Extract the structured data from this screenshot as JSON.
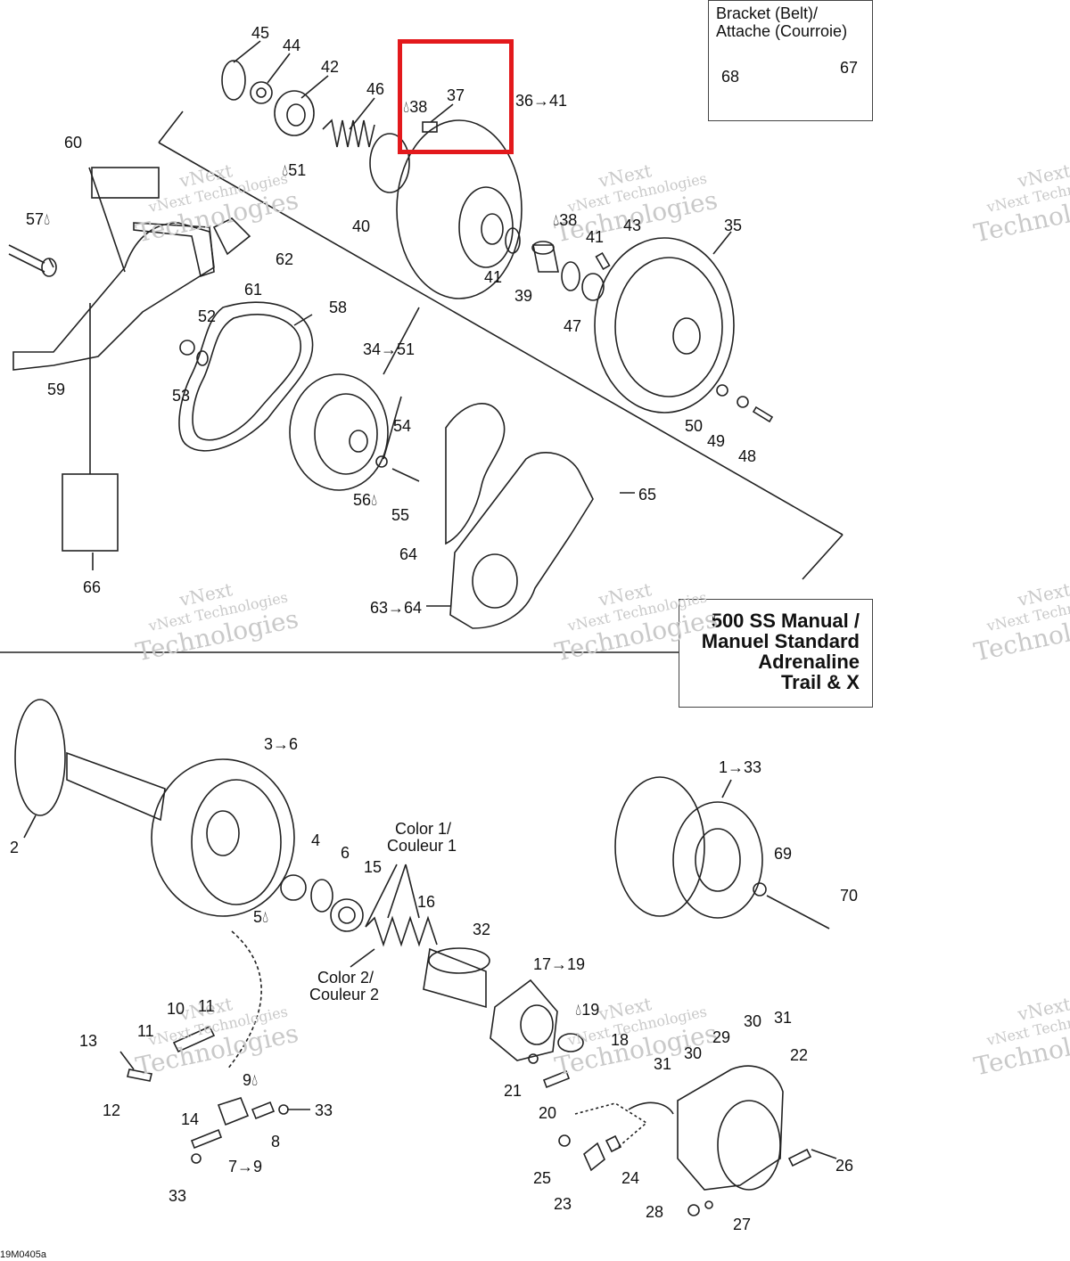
{
  "bracket_box": {
    "line1": "Bracket (Belt)/",
    "line2": "Attache (Courroie)"
  },
  "model_box": {
    "line1": "500 SS Manual /",
    "line2": "Manuel Standard",
    "line3": "Adrenaline",
    "line4": "Trail & X"
  },
  "watermark": {
    "line1": "vNext",
    "line2": "vNext Technologies",
    "line3": "Technologies"
  },
  "diagram_code": "19M0405a",
  "highlight_color": "#e3191c",
  "callouts": {
    "c45": "45",
    "c44": "44",
    "c42": "42",
    "c46": "46",
    "c38a": "38",
    "c37": "37",
    "c36_41": "36→41",
    "c60": "60",
    "c51a": "51",
    "c40": "40",
    "c57": "57",
    "c62": "62",
    "c61": "61",
    "c38b": "38",
    "c43": "43",
    "c35": "35",
    "c41a": "41",
    "c41b": "41",
    "c39": "39",
    "c47": "47",
    "c52": "52",
    "c58": "58",
    "c53": "53",
    "c59": "59",
    "c34_51": "34→51",
    "c50": "50",
    "c49": "49",
    "c48": "48",
    "c54": "54",
    "c56": "56",
    "c55": "55",
    "c65": "65",
    "c64": "64",
    "c63_64": "63→64",
    "c66": "66",
    "c68": "68",
    "c67": "67",
    "c3_6": "3→6",
    "c1_33": "1→33",
    "c2": "2",
    "c4": "4",
    "c6": "6",
    "c15": "15",
    "color1a": "Color 1/",
    "color1b": "Couleur 1",
    "c16": "16",
    "c32": "32",
    "c69": "69",
    "c70": "70",
    "c5": "5",
    "color2a": "Color 2/",
    "color2b": "Couleur 2",
    "c17_19": "17→19",
    "c10": "10",
    "c11a": "11",
    "c11b": "11",
    "c13": "13",
    "c19": "19",
    "c18": "18",
    "c30a": "30",
    "c31a": "31",
    "c29": "29",
    "c22": "22",
    "c30b": "30",
    "c31b": "31",
    "c9": "9",
    "c33a": "33",
    "c12": "12",
    "c21": "21",
    "c20": "20",
    "c14": "14",
    "c8": "8",
    "c7_9": "7→9",
    "c33b": "33",
    "c25": "25",
    "c24": "24",
    "c23": "23",
    "c26": "26",
    "c28": "28",
    "c27": "27"
  }
}
